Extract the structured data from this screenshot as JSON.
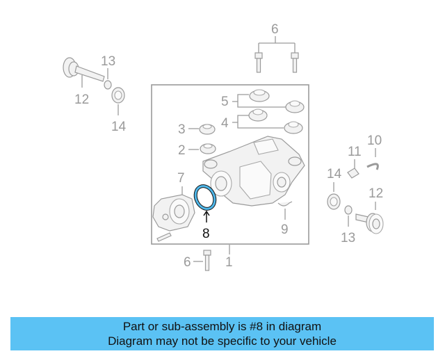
{
  "diagram": {
    "callouts": {
      "c1": "1",
      "c2": "2",
      "c3": "3",
      "c4": "4",
      "c5": "5",
      "c6_top": "6",
      "c6_bottom": "6",
      "c7": "7",
      "c8": "8",
      "c9": "9",
      "c10": "10",
      "c11": "11",
      "c12_left": "12",
      "c12_right": "12",
      "c13_left": "13",
      "c13_right": "13",
      "c14_left": "14",
      "c14_right": "14"
    },
    "highlight_color": "#4fb6e8",
    "line_color": "#9a9a9a"
  },
  "banner": {
    "line1": "Part or sub-assembly is #8 in diagram",
    "line2": "Diagram may not be specific to your vehicle",
    "background": "#5bc2f4"
  }
}
